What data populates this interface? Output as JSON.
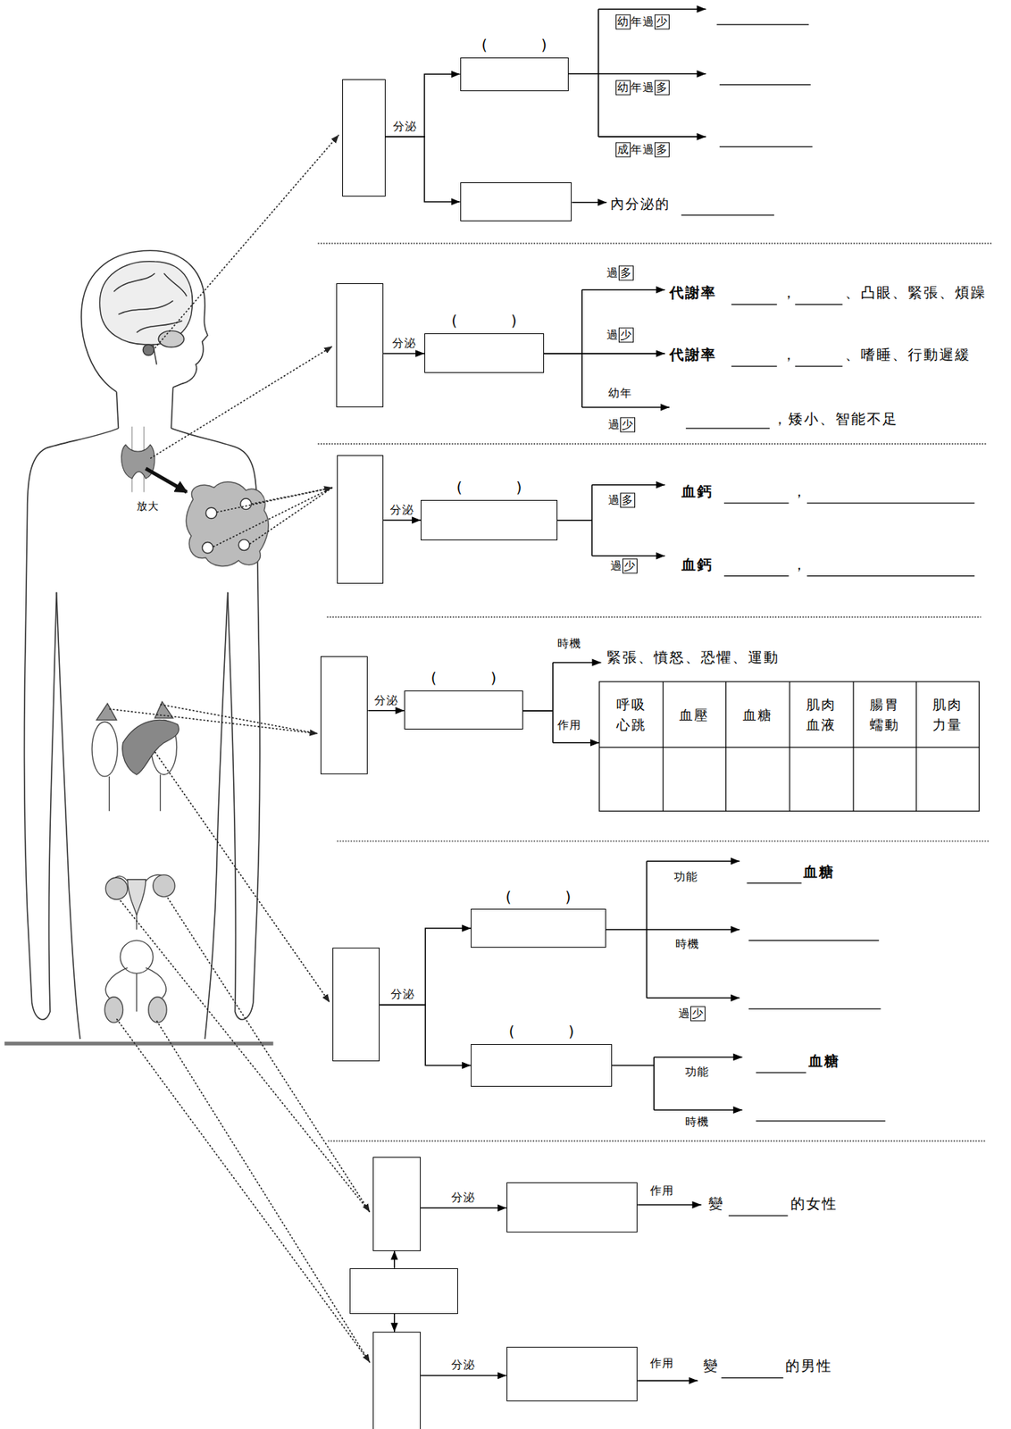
{
  "diagram": {
    "nodes": [
      {
        "text": []
      },
      {
        "text": [
          "(            )"
        ]
      },
      {
        "text": []
      },
      {
        "text": []
      },
      {
        "text": [
          "(            )"
        ]
      },
      {
        "text": []
      },
      {
        "text": [
          "(            )"
        ]
      },
      {
        "text": []
      },
      {
        "text": [
          "(            )"
        ]
      },
      {
        "text": []
      },
      {
        "text": [
          "(            )"
        ]
      },
      {
        "text": [
          "(            )"
        ]
      },
      {
        "text": []
      },
      {
        "text": []
      },
      {
        "text": []
      },
      {
        "text": []
      },
      {
        "text": []
      }
    ],
    "edges": [
      {
        "from": 0,
        "to": 1,
        "label": "分泌",
        "arrow": "to"
      },
      {
        "from": 0,
        "to": 2,
        "arrow": "to"
      },
      {
        "from": 3,
        "to": 4,
        "label": "分泌",
        "arrow": "to"
      },
      {
        "from": 5,
        "to": 6,
        "label": "分泌",
        "arrow": "to"
      },
      {
        "from": 7,
        "to": 8,
        "label": "分泌",
        "arrow": "to"
      },
      {
        "from": 9,
        "to": 10,
        "label": "分泌",
        "arrow": "to"
      },
      {
        "from": 9,
        "to": 11,
        "arrow": "to"
      },
      {
        "from": 12,
        "to": 13,
        "label": "分泌",
        "arrow": "to"
      },
      {
        "from": 14,
        "to": 12,
        "arrow": "to"
      },
      {
        "from": 14,
        "to": 15,
        "arrow": "to"
      },
      {
        "from": 15,
        "to": 16,
        "label": "分泌",
        "arrow": "to"
      }
    ],
    "labels": [
      "幼年過少",
      "幼年過多",
      "成年過多",
      "內分泌的",
      "過多",
      "代謝率",
      "，",
      "、凸眼、緊張、煩躁",
      "過少",
      "代謝率",
      "，",
      "、嗜睡、行動遲緩",
      "幼年",
      "過少",
      "，矮小、智能不足",
      "放大",
      "過多",
      "血鈣",
      "，",
      "過少",
      "血鈣",
      "，",
      "時機",
      "緊張、憤怒、恐懼、運動",
      "作用",
      "呼吸 心跳",
      "血壓",
      "血糖",
      "肌肉 血液",
      "腸胃 蠕動",
      "肌肉 力量",
      "功能",
      "血糖",
      "時機",
      "過少",
      "功能",
      "血糖",
      "時機",
      "作用",
      "變",
      "的女性",
      "作用",
      "變",
      "的男性"
    ]
  }
}
